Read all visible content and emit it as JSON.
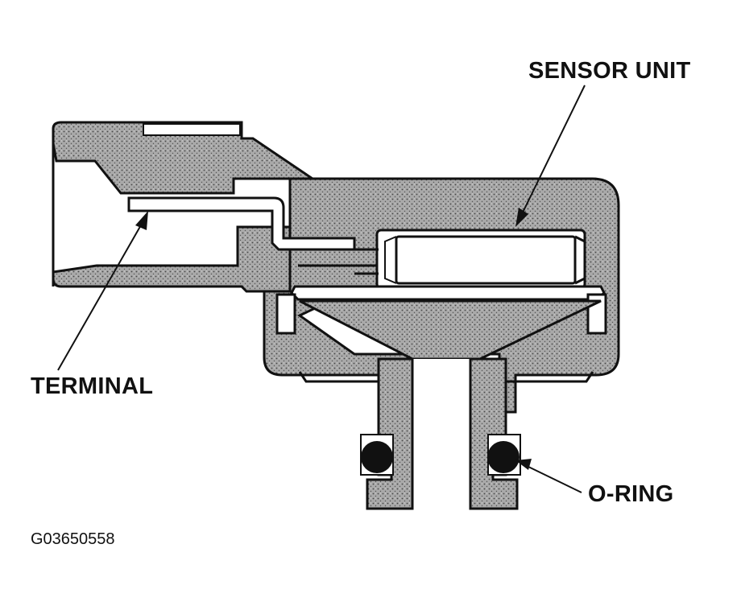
{
  "labels": {
    "sensor_unit": "SENSOR UNIT",
    "terminal": "TERMINAL",
    "o_ring": "O-RING"
  },
  "figure_id": "G03650558",
  "colors": {
    "ink": "#111111",
    "body_fill": "#a9a9a9",
    "background": "#ffffff"
  }
}
